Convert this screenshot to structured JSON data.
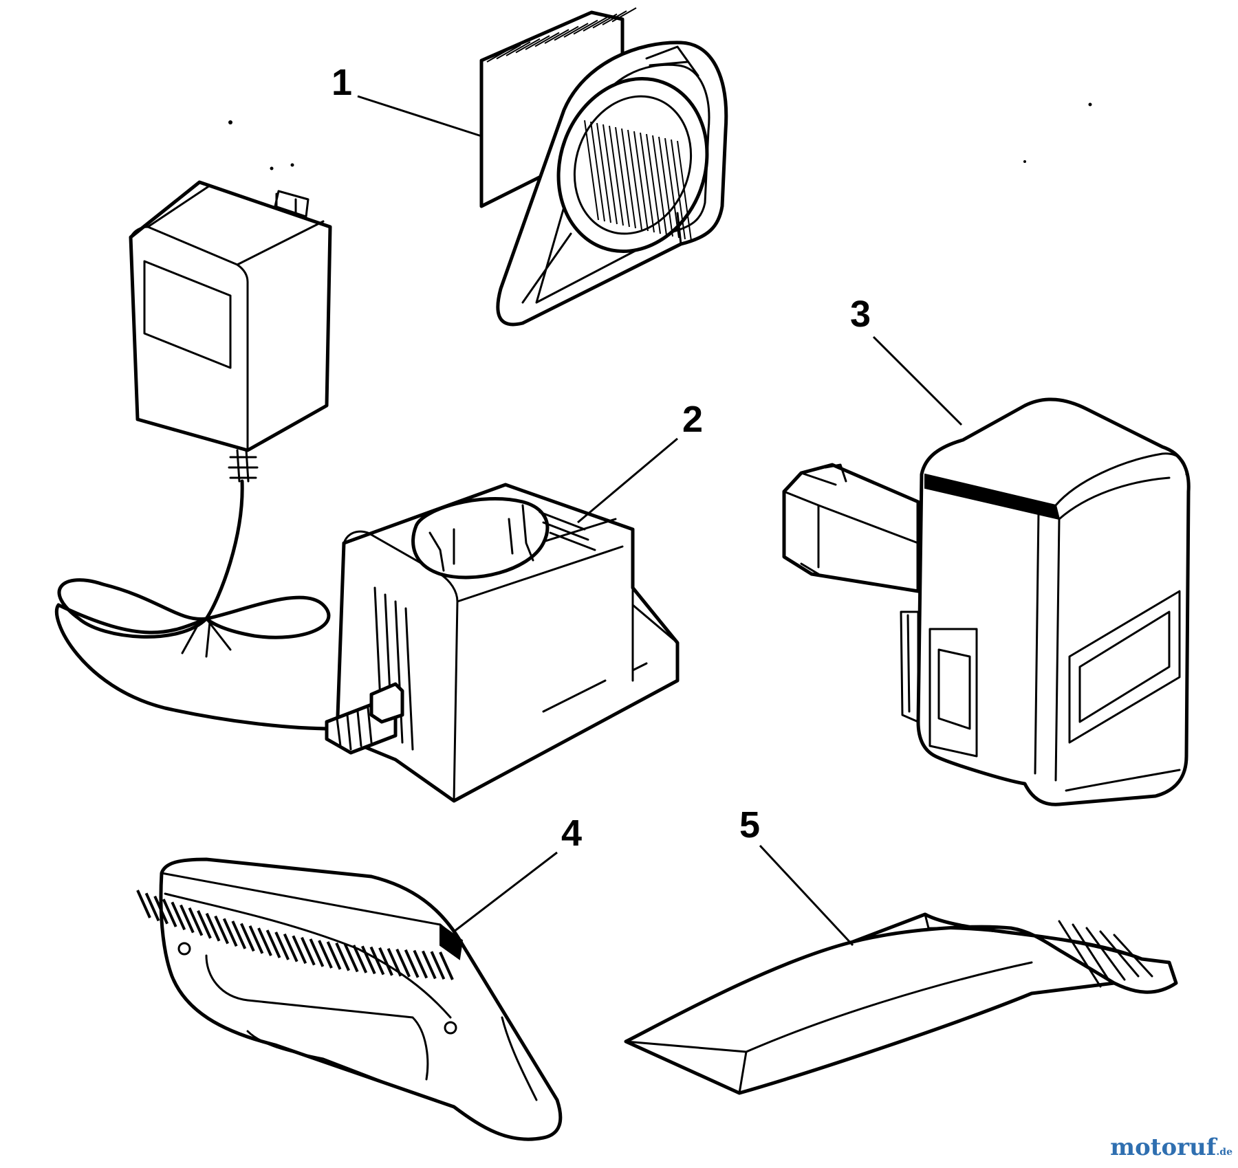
{
  "callouts": [
    "1",
    "2",
    "3",
    "4",
    "5"
  ],
  "watermark": {
    "main": "motoruf",
    "suffix": ".de"
  },
  "colors": {
    "ink": "#000000",
    "paper": "#ffffff",
    "brand_blue": "#2f6fb0",
    "brand_orange": "#e0761c"
  }
}
